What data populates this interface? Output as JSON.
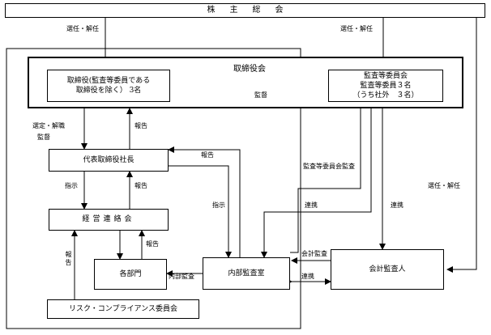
{
  "nodes": {
    "shareholders": "株主総会",
    "board": "取締役会",
    "directors": [
      "取締役(監査等委員である",
      "取締役を除く） 3名"
    ],
    "audit_committee": [
      "監査等委員会",
      "監査等委員３名",
      "（うち社外　３名）"
    ],
    "president": "代表取締役社長",
    "management_council": "経営連絡会",
    "departments": "各部門",
    "internal_audit": "内部監査室",
    "accounting_auditor": "会計監査人",
    "compliance_committee": "リスク・コンプライアンス委員会"
  },
  "labels": {
    "elect_dismiss_left": "選任・解任",
    "elect_dismiss_mid": "選任・解任",
    "elect_dismiss_right": "選任・解任",
    "appoint_dismiss": "選定・解職",
    "supervise_board": "監督",
    "audit_supervise": "監督",
    "report_president_board": "報告",
    "report_audit_to_president": "報告",
    "instruct_president_council": "指示",
    "report_council_president": "報告",
    "instruct_to_audit": "指示",
    "report_dept_council": "報告",
    "report_compliance": "報告",
    "audit_committee_audit": "監査等委員会監査",
    "cooperation_left": "連携",
    "cooperation_right": "連携",
    "accounting_audit": "会計監査",
    "cooperation_bottom": "連携",
    "internal_audit_label": "内部監査"
  },
  "colors": {
    "line": "#000000",
    "background": "#ffffff"
  }
}
